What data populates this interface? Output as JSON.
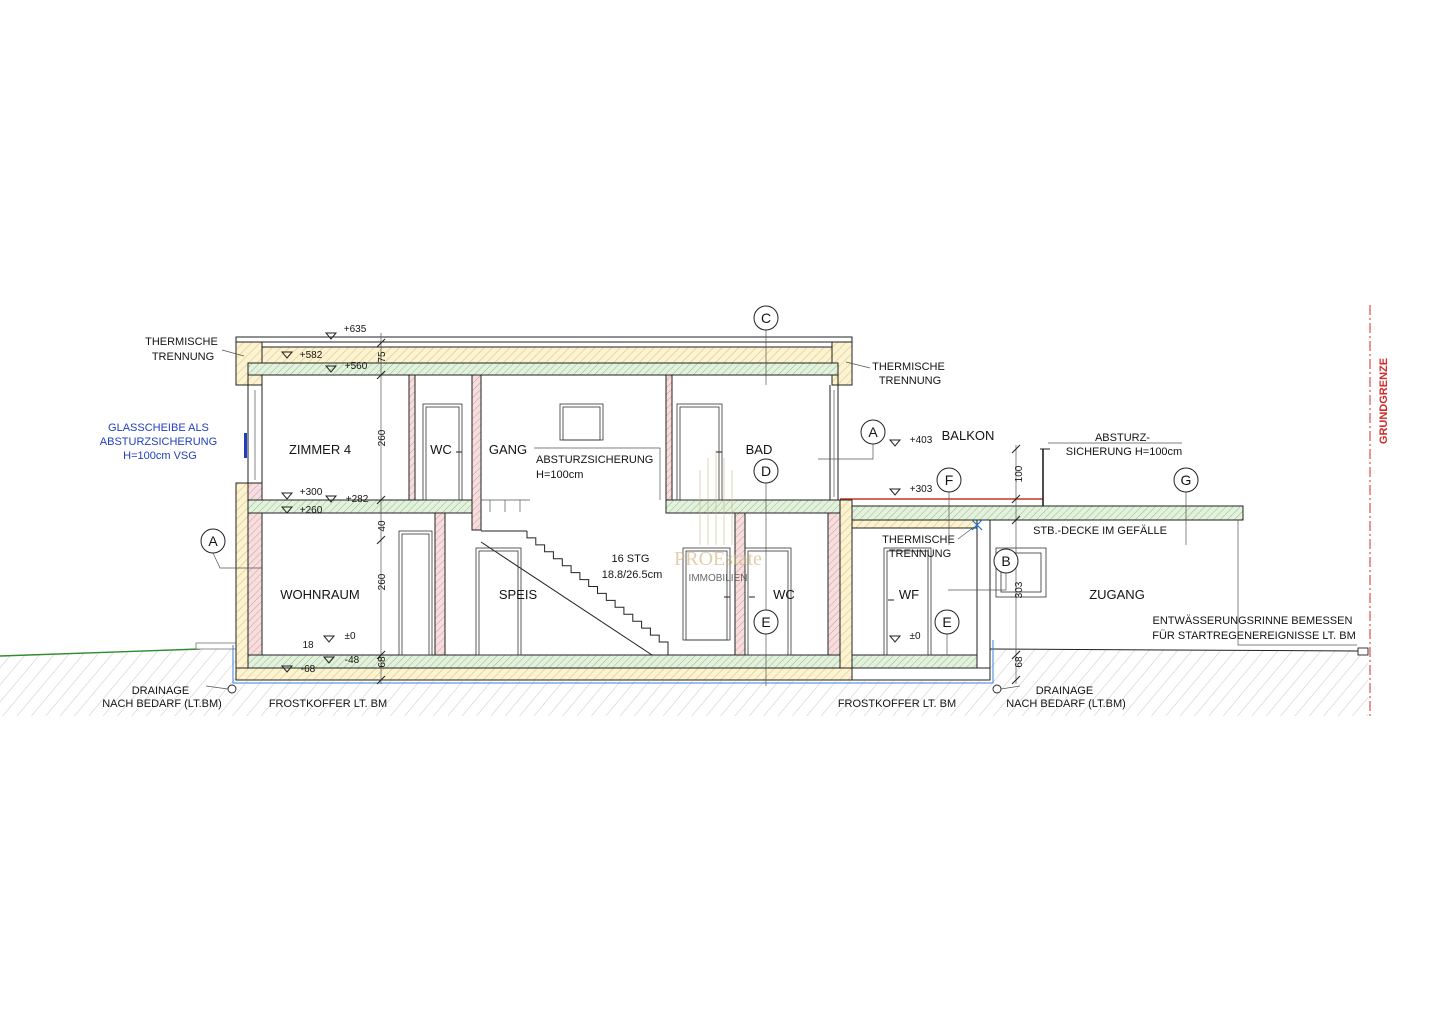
{
  "rooms": {
    "zimmer4": "ZIMMER 4",
    "wc_upper": "WC",
    "gang": "GANG",
    "bad": "BAD",
    "balkon": "BALKON",
    "wohnraum": "WOHNRAUM",
    "speis": "SPEIS",
    "wc_lower": "WC",
    "wf": "WF",
    "zugang": "ZUGANG"
  },
  "levels": {
    "roof_top": "+635",
    "roof_finish": "+582",
    "roof_slab": "+560",
    "upper_floor": "+300",
    "mid_slab_top": "+282",
    "mid_slab_bottom": "+260",
    "balcony_rail": "+403",
    "balcony_floor": "+303",
    "screed": "18",
    "ground_floor": "±0",
    "garage_floor": "±0",
    "slab_bottom": "-48",
    "foundation": "-68"
  },
  "dimensions": {
    "roof": "75",
    "upper_height": "260",
    "slab": "40",
    "lower_height": "260",
    "base_left": "68",
    "railing": "100",
    "zugang_height": "303",
    "base_right": "68"
  },
  "section_markers": {
    "c": "C",
    "a_right": "A",
    "d": "D",
    "f": "F",
    "g": "G",
    "a_left": "A",
    "b": "B",
    "e_mid": "E",
    "e_right": "E"
  },
  "annotations": {
    "thermal_top_left": [
      "THERMISCHE",
      "TRENNUNG"
    ],
    "thermal_top_right": [
      "THERMISCHE",
      "TRENNUNG"
    ],
    "thermal_garage": [
      "THERMISCHE",
      "TRENNUNG"
    ],
    "glass": [
      "GLASSCHEIBE ALS",
      "ABSTURZSICHERUNG",
      "H=100cm VSG"
    ],
    "fall_protection_stair": [
      "ABSTURZSICHERUNG",
      "H=100cm"
    ],
    "fall_protection_balcony": [
      "ABSTURZ-",
      "SICHERUNG H=100cm"
    ],
    "stairs": [
      "16 STG",
      "18.8/26.5cm"
    ],
    "slab_slope": "STB.-DECKE IM GEFÄLLE",
    "drain_channel": [
      "ENTWÄSSERUNGSRINNE BEMESSEN",
      "FÜR STARTREGENEREIGNISSE LT. BM"
    ],
    "drainage_left": [
      "DRAINAGE",
      "NACH BEDARF (LT.BM)"
    ],
    "drainage_right": [
      "DRAINAGE",
      "NACH BEDARF (LT.BM)"
    ],
    "frost_left": "FROSTKOFFER LT. BM",
    "frost_right": "FROSTKOFFER LT. BM",
    "property_line": "GRUNDGRENZE"
  },
  "watermark": {
    "brand": "PROEstate",
    "sub": "IMMOBILIEN"
  },
  "colors": {
    "property_line": "#d42a2a",
    "glass_note": "#1f3fbf",
    "terrain": "#2e8b2e",
    "insulation": "#fbf3d2",
    "concrete": "#e4f1dc",
    "masonry": "#f6dede",
    "watermark": "#c9a86a"
  }
}
